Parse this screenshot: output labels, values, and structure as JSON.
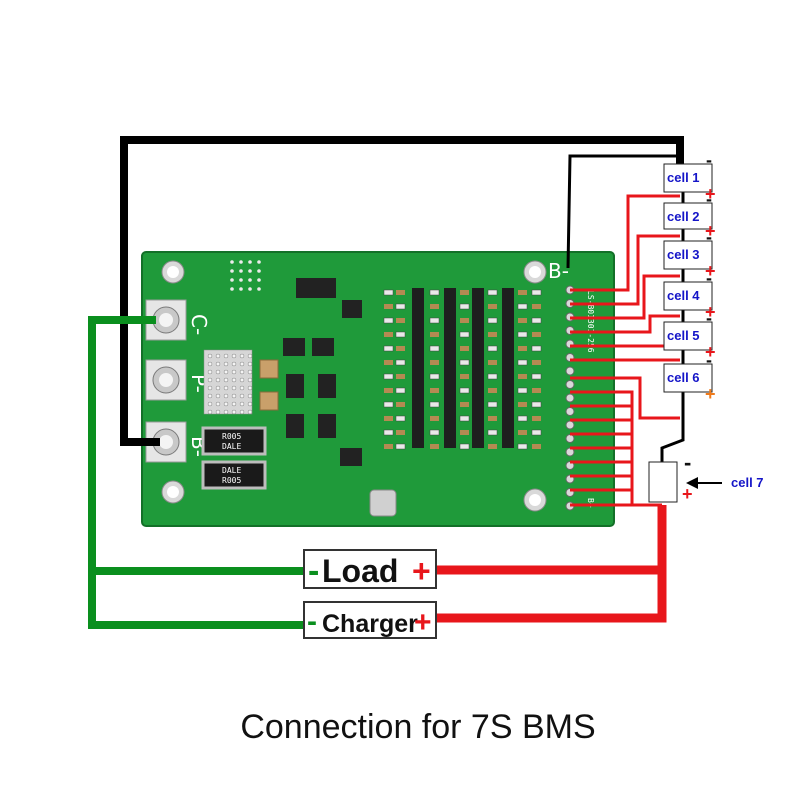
{
  "colors": {
    "board": "#1f9a3a",
    "wire_black": "#000000",
    "wire_red": "#e8161b",
    "wire_green": "#0a8f1e",
    "cell_label": "#1515c8",
    "orange_mark": "#f07a1a"
  },
  "board": {
    "pad_cminus": "C-",
    "pad_pminus": "P-",
    "pad_bminus": "B-",
    "header_bminus": "B-",
    "header_bplus": "B+",
    "resistor_1": "DALE\nR005",
    "resistor_1_top": "R005",
    "resistor_1_bottom": "DALE",
    "resistor_2_top": "DALE",
    "resistor_2_bottom": "R005",
    "silkscreen_model": "LS-B01301-256"
  },
  "cells": [
    {
      "label": "cell 1"
    },
    {
      "label": "cell 2"
    },
    {
      "label": "cell 3"
    },
    {
      "label": "cell 4"
    },
    {
      "label": "cell 5"
    },
    {
      "label": "cell 6"
    }
  ],
  "cell7": {
    "label": "cell 7",
    "minus": "-",
    "plus": "+"
  },
  "signs": {
    "minus": "-",
    "plus": "+"
  },
  "connectors": {
    "load": {
      "label": "Load",
      "minus": "-",
      "plus": "+"
    },
    "charger": {
      "label": "Charger",
      "minus": "-",
      "plus": "+"
    }
  },
  "caption": "Connection for 7S BMS"
}
